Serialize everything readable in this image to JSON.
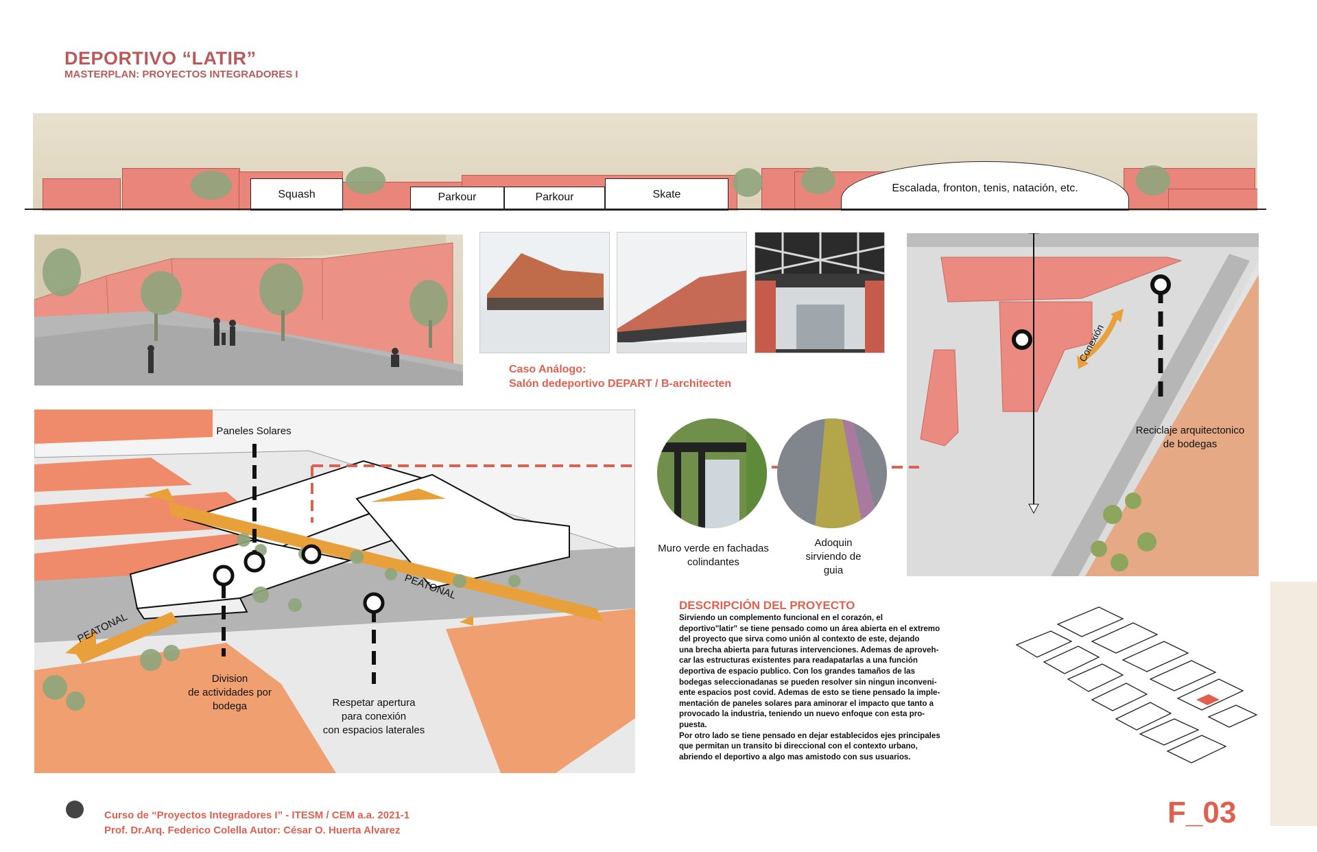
{
  "header": {
    "title": "DEPORTIVO “LATIR”",
    "subtitle": "MASTERPLAN: PROYECTOS INTEGRADORES I"
  },
  "elevation": {
    "volumes": [
      "Squash",
      "Parkour",
      "Parkour",
      "Skate",
      "Escalada, fronton, tenis, natación, etc."
    ]
  },
  "caso_analogo": {
    "line1": "Caso Análogo:",
    "line2": "Salón dedeportivo DEPART / B-architecten"
  },
  "site_plan": {
    "conexion": "Conexión",
    "reciclaje_line1": "Reciclaje arquitectonico",
    "reciclaje_line2": "de bodegas"
  },
  "axonometric": {
    "paneles": "Paneles Solares",
    "peatonal_left": "PEATONAL",
    "peatonal_right": "PEATONAL",
    "division_lines": [
      "Division",
      "de actividades por",
      "bodega"
    ],
    "respetar_lines": [
      "Respetar apertura",
      "para conexión",
      "con espacios laterales"
    ]
  },
  "circles": {
    "muro_lines": [
      "Muro verde en fachadas",
      "colindantes"
    ],
    "adoquin_lines": [
      "Adoquin",
      "sirviendo de",
      "guia"
    ]
  },
  "description": {
    "heading": "DESCRIPCIÓN DEL PROYECTO",
    "lines": [
      "Sirviendo  un complemento funcional en el corazón, el",
      "deportivo\"latir\" se tiene pensado como un área abierta en el extremo",
      "del proyecto que sirva como unión al contexto de este, dejando",
      "una brecha abierta para futuras intervenciones. Ademas de aproveh-",
      "car las estructuras existentes para readapatarlas a una función",
      "deportiva de espacio publico. Con los grandes tamaños de las",
      "bodegas seleccionadanas se pueden resolver sin ningun inconveni-",
      "ente espacios post covid. Ademas de esto se tiene pensado la imple-",
      "mentación de paneles solares para aminorar el impacto que tanto a",
      "provocado la industria, teniendo un nuevo enfoque con esta pro-",
      "puesta.",
      "Por otro lado se tiene pensado en dejar establecidos ejes principales",
      "que permitan un transito bi direccional con el contexto urbano,",
      "abriendo el deportivo a algo mas amistodo con sus usuarios."
    ]
  },
  "footer": {
    "course": "Curso de “Proyectos Integradores I” - ITESM / CEM a.a. 2021-1",
    "authors": "Prof. Dr.Arq. Federico Colella  Autor:  César O. Huerta Alvarez",
    "page_code": "F_03"
  },
  "colors": {
    "accent": "#e06050",
    "title": "#b85a5a",
    "salmon": "#e9857b",
    "orange": "#f0a54a",
    "path_orange": "#e8a03a"
  }
}
